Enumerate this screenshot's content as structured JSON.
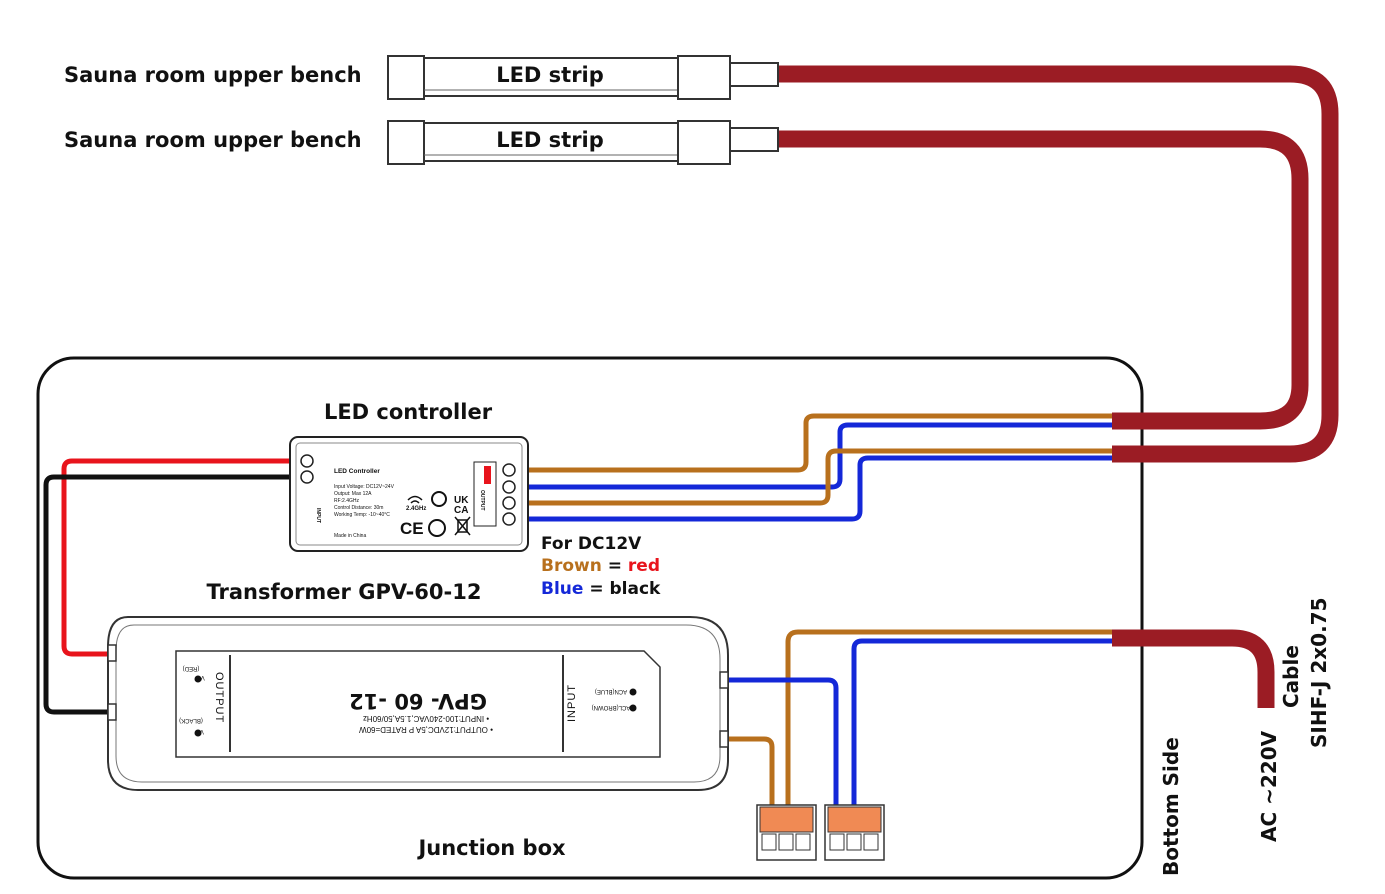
{
  "strips": [
    {
      "location": "Sauna room upper bench",
      "name": "LED strip"
    },
    {
      "location": "Sauna room upper bench",
      "name": "LED strip"
    }
  ],
  "controller": {
    "title": "LED controller",
    "name": "LED Controller",
    "specs": [
      "Input Voltage: DC12V~24V",
      "Output: Max 12A",
      "RF:2.4GHz",
      "Control Distance: 30m",
      "Working Temp: -10~40°C"
    ],
    "made_in": "Made in China",
    "input_label": "INPUT",
    "output_label": "OUTPUT",
    "freq": "2.4GHz",
    "uk": "UK",
    "ca": "CA"
  },
  "legend": {
    "header": "For DC12V",
    "brown_word": "Brown",
    "eq": " = ",
    "red_word": "red",
    "blue_word": "Blue",
    "black_word": "black"
  },
  "transformer": {
    "title": "Transformer GPV-60-12",
    "model": "GPV- 60 -12",
    "output_line": "• OUTPUT:12VDC,5A P RATED=60W",
    "input_line": "• INPUT:100-240VAC,1.5A,50/60Hz",
    "output_label": "OUTPUT",
    "input_label": "INPUT",
    "v_plus": "V+",
    "v_plus_sub": "(RED)",
    "v_minus": "V-",
    "v_minus_sub": "(BLACK)",
    "acn": "ACN(BLUE)",
    "acl": "ACL(BROWN)"
  },
  "junction_box": "Junction box",
  "bottom_side": "Bottom Side",
  "cable": {
    "line1": "Cable",
    "line2": "SIHF-J 2x0.75"
  },
  "ac": "AC ~220V",
  "colors": {
    "cable": "#9b1c24",
    "brown": "#b8701d",
    "blue": "#1428d8",
    "red": "#e8141c",
    "black": "#111111",
    "terminal": "#f08a54"
  }
}
